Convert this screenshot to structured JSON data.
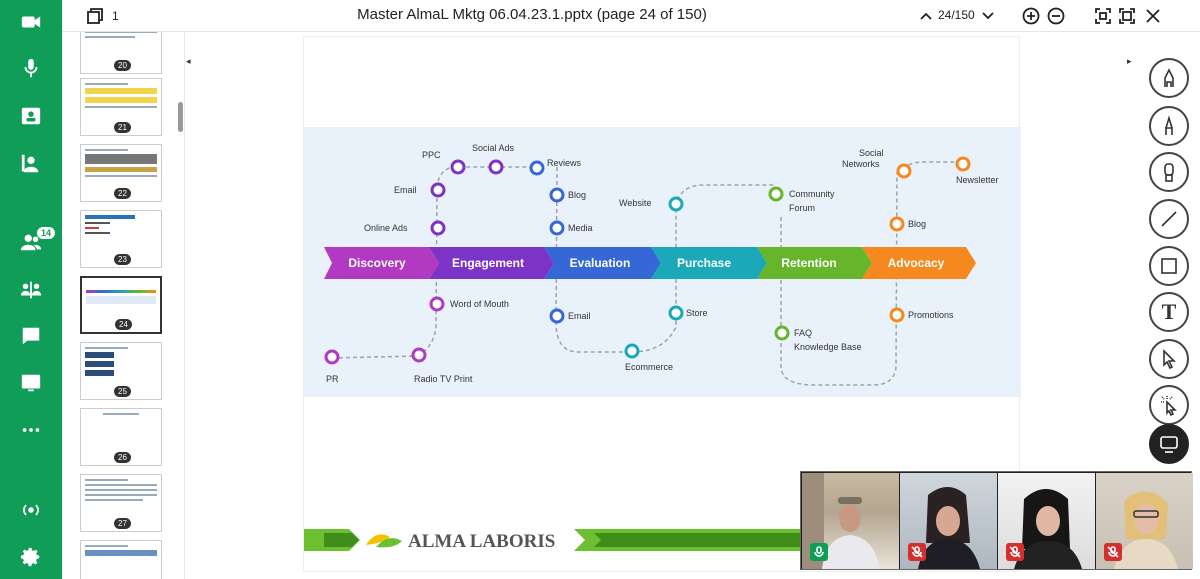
{
  "sidebar": {
    "participants_badge": "14",
    "items": [
      "video-camera",
      "microphone",
      "add-user",
      "contacts",
      "participants",
      "breakout",
      "chat",
      "screen-share",
      "more",
      "broadcast",
      "settings"
    ]
  },
  "topbar": {
    "window_count": "1",
    "title": "Master AlmaL Mktg 06.04.23.1.pptx (page 24 of 150)",
    "page_indicator": "24/150"
  },
  "thumbnails": {
    "pages": [
      "20",
      "21",
      "22",
      "23",
      "24",
      "25",
      "26",
      "27"
    ],
    "active": "24"
  },
  "slide": {
    "stages": [
      "Discovery",
      "Engagement",
      "Evaluation",
      "Purchase",
      "Retention",
      "Advocacy"
    ],
    "stage_colors": [
      "#b23ac2",
      "#7b34c5",
      "#3567d6",
      "#1ba8b8",
      "#66b52a",
      "#f5891f"
    ],
    "touchpoints": {
      "ppc": "PPC",
      "social_ads": "Social Ads",
      "reviews": "Reviews",
      "email_top": "Email",
      "blog_eval": "Blog",
      "online_ads": "Online Ads",
      "media": "Media",
      "website": "Website",
      "community_1": "Community",
      "community_2": "Forum",
      "social_networks_1": "Social",
      "social_networks_2": "Networks",
      "newsletter": "Newsletter",
      "blog_adv": "Blog",
      "word_of_mouth": "Word of Mouth",
      "email_bottom": "Email",
      "store": "Store",
      "faq_1": "FAQ",
      "faq_2": "Knowledge Base",
      "promotions": "Promotions",
      "pr": "PR",
      "radio_tv": "Radio TV Print",
      "ecommerce": "Ecommerce"
    },
    "footer_logo": "ALMA LABORIS"
  },
  "tools": [
    "pen",
    "brush",
    "highlighter",
    "line",
    "rectangle",
    "text",
    "pointer",
    "laser-pointer",
    "whiteboard"
  ],
  "videos": {
    "participants": [
      {
        "mic": "on"
      },
      {
        "mic": "off"
      },
      {
        "mic": "off"
      },
      {
        "mic": "off"
      }
    ]
  }
}
